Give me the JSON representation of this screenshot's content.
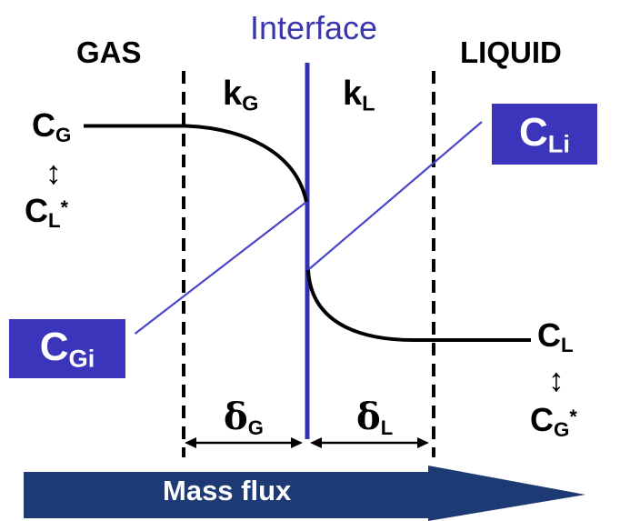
{
  "labels": {
    "interface_title": "Interface",
    "gas": "GAS",
    "liquid": "LIQUID",
    "kg": {
      "main": "k",
      "sub": "G"
    },
    "kl": {
      "main": "k",
      "sub": "L"
    },
    "cg": {
      "main": "C",
      "sub": "G"
    },
    "cl_star": {
      "main": "C",
      "sub": "L",
      "sup": "*"
    },
    "cgi": {
      "main": "C",
      "sub": "Gi"
    },
    "cli": {
      "main": "C",
      "sub": "Li"
    },
    "cl": {
      "main": "C",
      "sub": "L"
    },
    "cg_star": {
      "main": "C",
      "sub": "G",
      "sup": "*"
    },
    "delta_g": {
      "main": "δ",
      "sub": "G"
    },
    "delta_l": {
      "main": "δ",
      "sub": "L"
    },
    "equilibrium_arrow_left": "↕",
    "equilibrium_arrow_right": "↕",
    "mass_flux": "Mass flux"
  },
  "colors": {
    "interface_line": "#3231b5",
    "equilibrium_leader_line": "#4a46c8",
    "concentration_box": "#3b35bc",
    "interface_text": "#3a36ad",
    "mass_flux_banner": "#1e3a74",
    "profile_curve": "#000000",
    "film_boundary_dashed": "#000000",
    "background": "#ffffff"
  }
}
